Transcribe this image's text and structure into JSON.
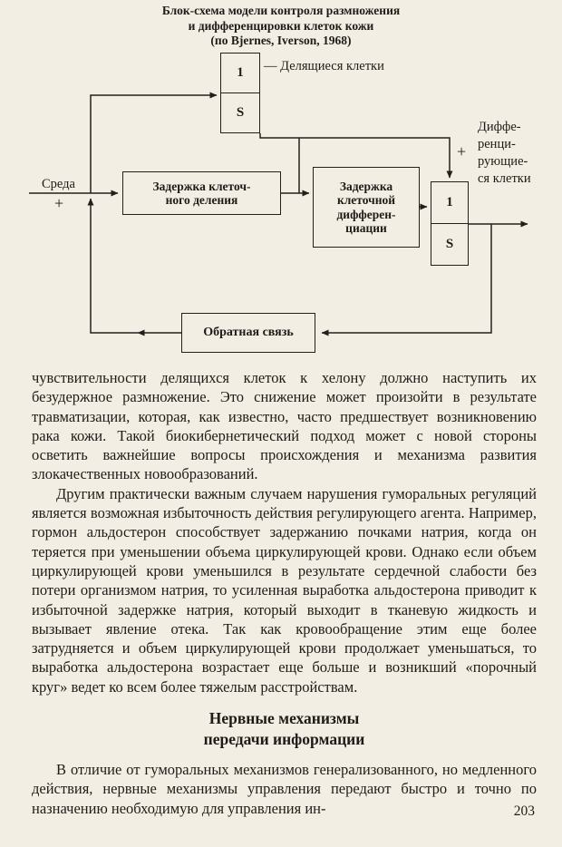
{
  "page": {
    "number": "203"
  },
  "figure": {
    "title_lines": [
      "Блок-схема модели контроля размножения",
      "и дифференцировки клеток кожи",
      "(по Bjernes, Iverson, 1968)"
    ],
    "integrator": {
      "numerator": "1",
      "denominator": "S"
    },
    "labels": {
      "environment": "Среда",
      "input_plus": "+",
      "dividing_cells": "— Делящиеся клетки",
      "differentiation_plus": "+",
      "differentiating_cells_lines": [
        "Диффе-",
        "ренци-",
        "рующие-",
        "ся клетки"
      ]
    },
    "blocks": {
      "division_delay_lines": [
        "Задержка клеточ-",
        "ного деления"
      ],
      "differentiation_delay_lines": [
        "Задержка",
        "клеточной",
        "дифферен-",
        "циации"
      ],
      "feedback": "Обратная связь"
    }
  },
  "content": {
    "para_chalone": "чувствительности делящихся клеток к хелону должно наступить их безудержное размножение. Это снижение может произойти в результате травматизации, которая, как известно, часто предшествует возникновению рака кожи. Такой биокибернетический подход может с новой стороны осветить важнейшие вопросы происхождения и механизма развития злокачественных новообразований.",
    "para_aldosterone": "Другим практически важным случаем нарушения гуморальных регуляций является возможная избыточность действия регулирующего агента. Например, гормон альдостерон способствует задержанию почками натрия, когда он теряется при уменьшении объема циркулирующей крови. Однако если объем циркулирующей крови уменьшился в результате сердечной слабости без потери организмом натрия, то усиленная выработка альдостерона приводит к избыточной задержке натрия, который выходит в тканевую жидкость и вызывает явление отека. Так как кровообращение этим еще более затрудняется и объем циркулирующей крови продолжает уменьшаться, то выработка альдостерона возрастает еще больше и возникший «порочный круг» ведет ко всем более тяжелым расстройствам.",
    "heading_lines": [
      "Нервные механизмы",
      "передачи информации"
    ],
    "para_nervous": "В отличие от гуморальных механизмов генерализованного, но медленного действия, нервные механизмы управления передают быстро и точно по назначению необходимую для управления ин-"
  }
}
